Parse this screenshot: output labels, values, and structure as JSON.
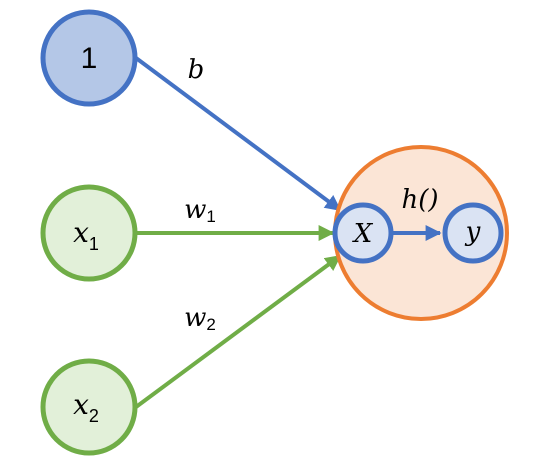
{
  "nodes": {
    "bias": {
      "text": "1",
      "fill": "#B4C7E7",
      "stroke": "#4472C4"
    },
    "x1": {
      "var": "x",
      "sub": "1",
      "fill": "#E2F0D9",
      "stroke": "#70AD47"
    },
    "x2": {
      "var": "x",
      "sub": "2",
      "fill": "#E2F0D9",
      "stroke": "#70AD47"
    },
    "neuron": {
      "fill": "#FBE5D6",
      "stroke": "#ED7D31"
    },
    "X": {
      "text": "X",
      "fill": "#DAE3F3",
      "stroke": "#4472C4"
    },
    "y": {
      "text": "y",
      "fill": "#DAE3F3",
      "stroke": "#4472C4"
    }
  },
  "edges": {
    "b": {
      "label": "b",
      "color": "#4472C4"
    },
    "w1": {
      "var": "w",
      "sub": "1",
      "color": "#70AD47"
    },
    "w2": {
      "var": "w",
      "sub": "2",
      "color": "#70AD47"
    },
    "h": {
      "label": "h()",
      "color": "#4472C4"
    }
  }
}
